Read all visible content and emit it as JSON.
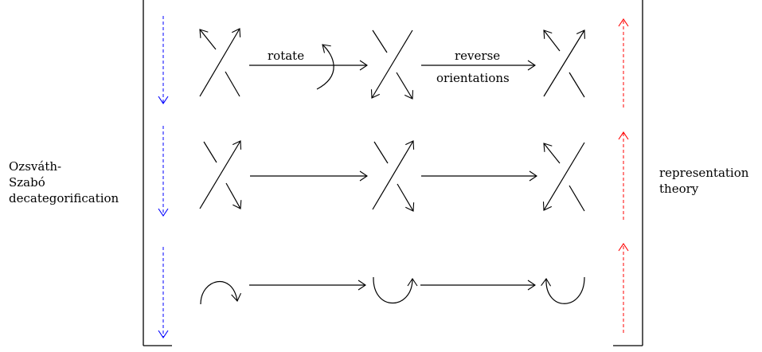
{
  "labels": {
    "left_line1": "Ozsváth-",
    "left_line2": "Szabó",
    "left_line3": "decategorification",
    "right_line1": "representation",
    "right_line2": "theory",
    "rotate": "rotate",
    "reverse_line1": "reverse",
    "reverse_line2": "orientations"
  },
  "colors": {
    "ink": "#000000",
    "down_arrows": "#0000ff",
    "up_arrows": "#ff0000"
  },
  "rows": [
    {
      "name": "crossing",
      "cells": [
        "positive-crossing",
        "rotated-crossing",
        "reversed-crossing"
      ]
    },
    {
      "name": "crossing",
      "cells": [
        "negative-crossing",
        "rotated-crossing",
        "reversed-crossing"
      ]
    },
    {
      "name": "cap-cup",
      "cells": [
        "cap",
        "cup",
        "cup-reversed"
      ]
    }
  ]
}
